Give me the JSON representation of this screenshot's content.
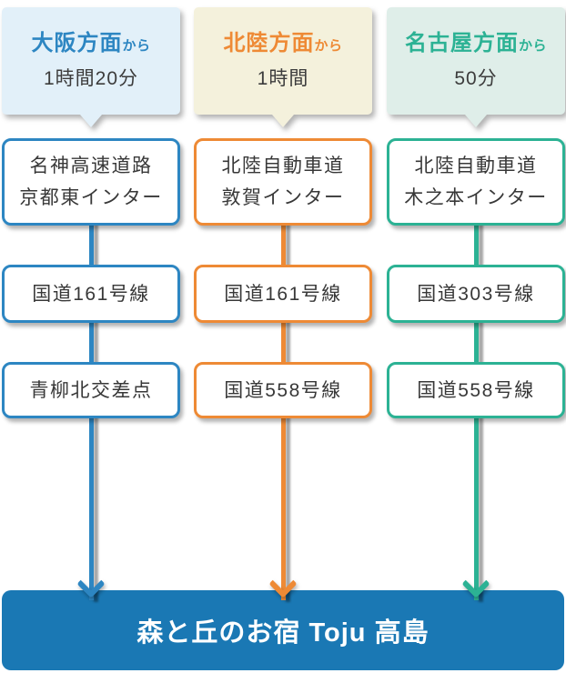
{
  "canvas": {
    "background": "#ffffff"
  },
  "destination": {
    "label": "森と丘のお宿 Toju 高島",
    "bg": "#1a78b4",
    "text_color": "#ffffff"
  },
  "columns": [
    {
      "name": "osaka",
      "accent": "#2d86c2",
      "header_bg": "#e2f0f9",
      "origin": "大阪方面",
      "origin_suffix": "から",
      "duration": "1時間20分",
      "steps": [
        {
          "lines": [
            "名神高速道路",
            "京都東インター"
          ]
        },
        {
          "lines": [
            "国道161号線"
          ]
        },
        {
          "lines": [
            "青柳北交差点"
          ]
        }
      ]
    },
    {
      "name": "hokuriku",
      "accent": "#ee8a35",
      "header_bg": "#f4f1dc",
      "origin": "北陸方面",
      "origin_suffix": "から",
      "duration": "1時間",
      "steps": [
        {
          "lines": [
            "北陸自動車道",
            "敦賀インター"
          ]
        },
        {
          "lines": [
            "国道161号線"
          ]
        },
        {
          "lines": [
            "国道558号線"
          ]
        }
      ]
    },
    {
      "name": "nagoya",
      "accent": "#2cb294",
      "header_bg": "#dfeee9",
      "origin": "名古屋方面",
      "origin_suffix": "から",
      "duration": "50分",
      "steps": [
        {
          "lines": [
            "北陸自動車道",
            "木之本インター"
          ]
        },
        {
          "lines": [
            "国道303号線"
          ]
        },
        {
          "lines": [
            "国道558号線"
          ]
        }
      ]
    }
  ]
}
